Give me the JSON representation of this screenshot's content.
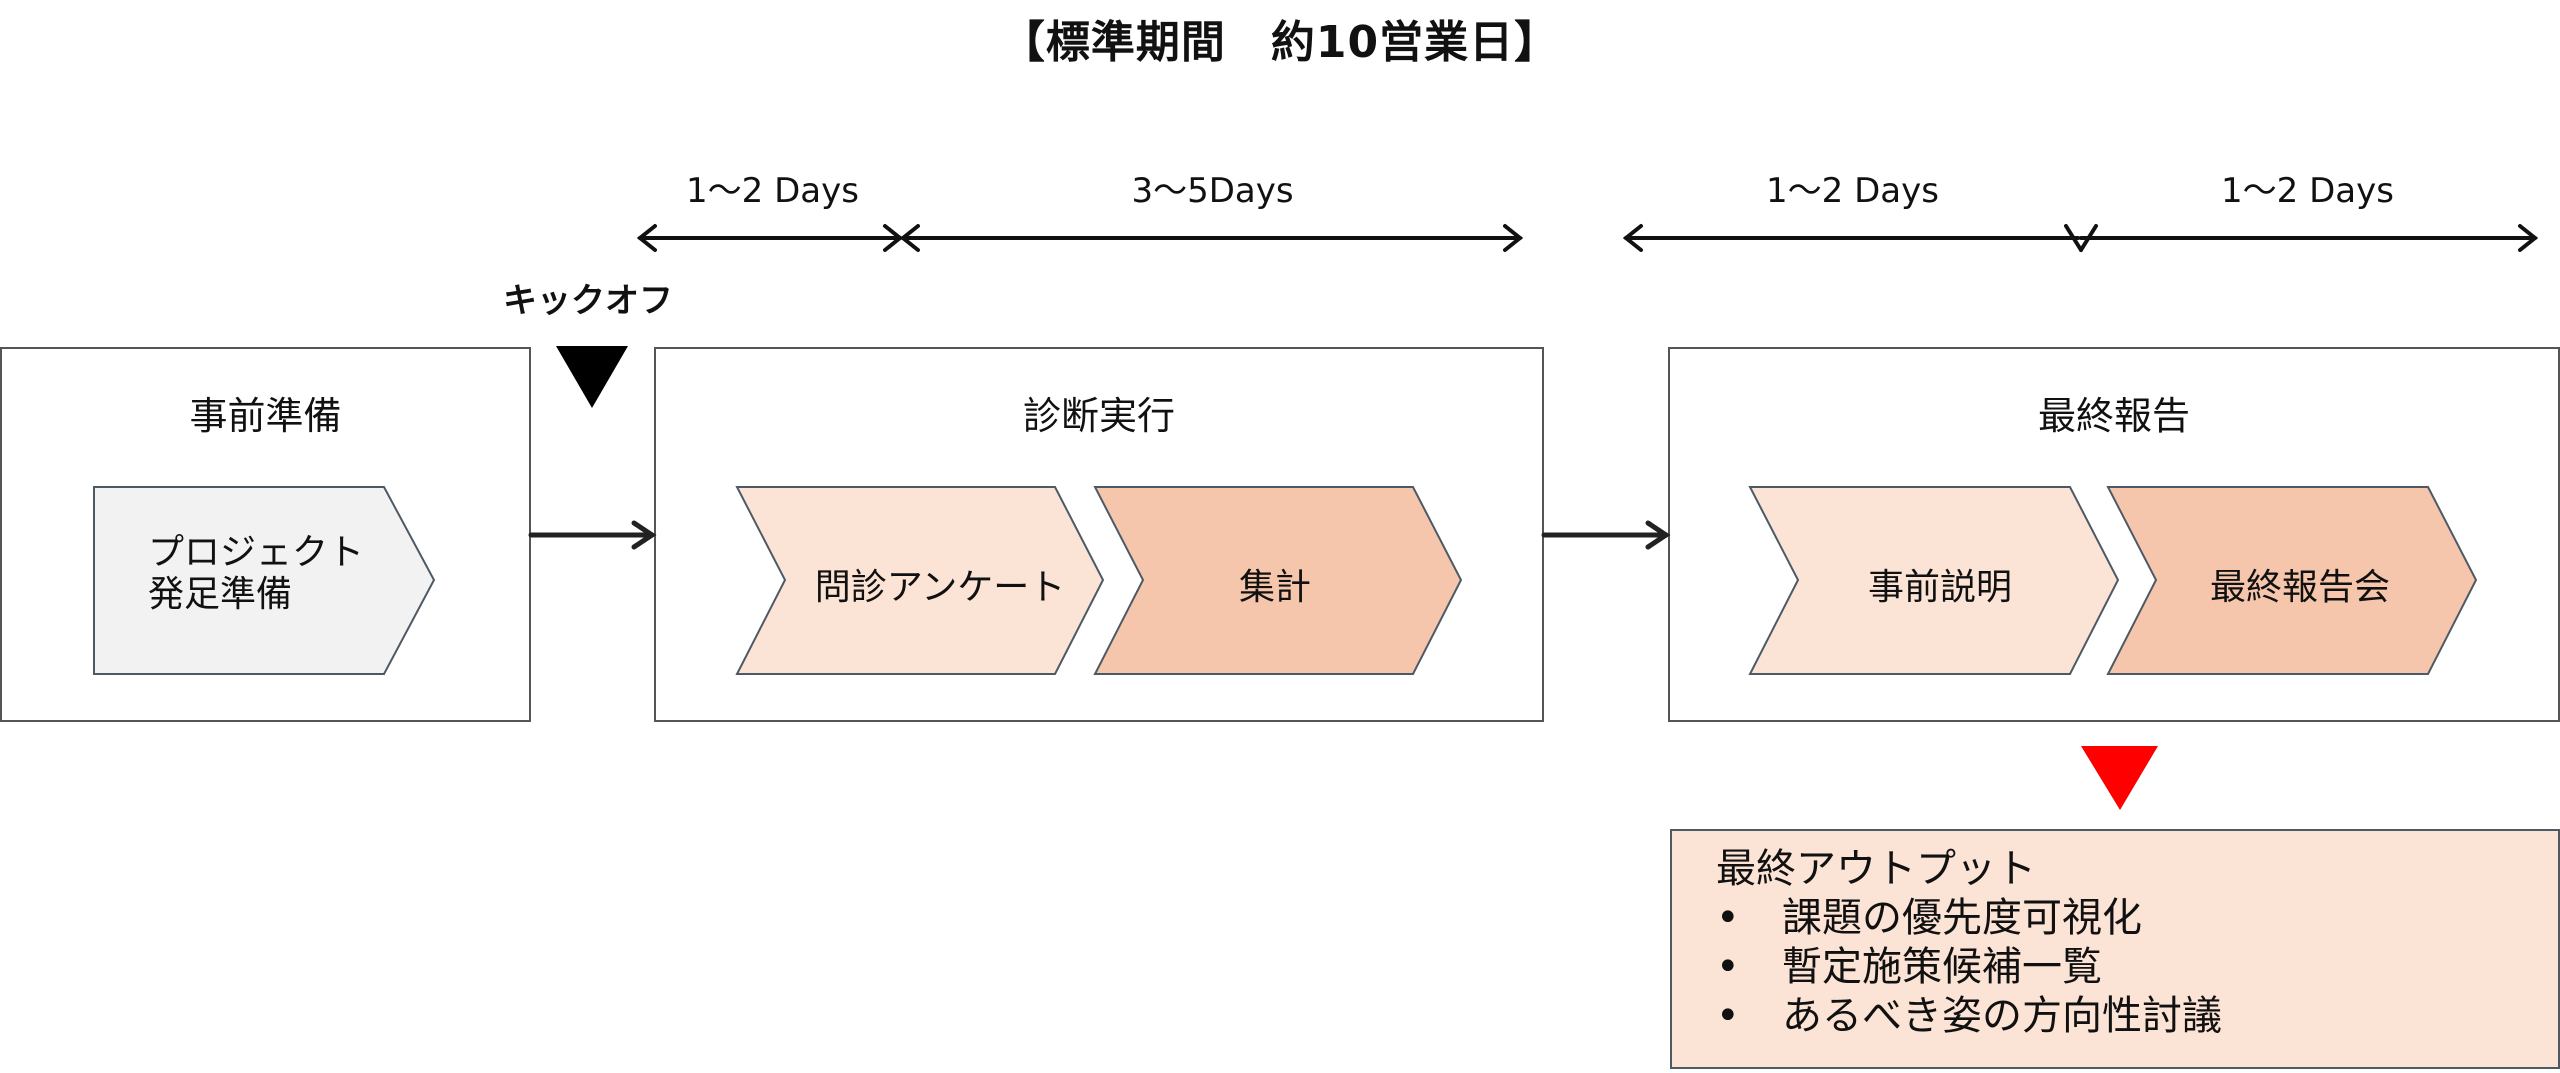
{
  "title": "【標準期間　約10営業日】",
  "durations": [
    {
      "label": "1～2 Days"
    },
    {
      "label": "3～5Days"
    },
    {
      "label": "1～2 Days"
    },
    {
      "label": "1～2 Days"
    }
  ],
  "kickoff": {
    "label": "キックオフ",
    "marker_color": "#000000"
  },
  "phases": [
    {
      "title": "事前準備",
      "steps": [
        {
          "label_line1": "プロジェクト",
          "label_line2": "発足準備",
          "fill": "#f2f2f2"
        }
      ]
    },
    {
      "title": "診断実行",
      "steps": [
        {
          "label": "問診アンケート",
          "fill": "#fbe3d6"
        },
        {
          "label": "集計",
          "fill": "#f5c6ac"
        }
      ]
    },
    {
      "title": "最終報告",
      "steps": [
        {
          "label": "事前説明",
          "fill": "#fbe3d6"
        },
        {
          "label": "最終報告会",
          "fill": "#f5c6ac"
        }
      ]
    }
  ],
  "output": {
    "marker_color": "#ff0000",
    "heading": "最終アウトプット",
    "items": [
      "課題の優先度可視化",
      "暫定施策候補一覧",
      "あるべき姿の方向性討議"
    ]
  },
  "colors": {
    "stroke": "#4d5a66",
    "line": "#222222"
  }
}
